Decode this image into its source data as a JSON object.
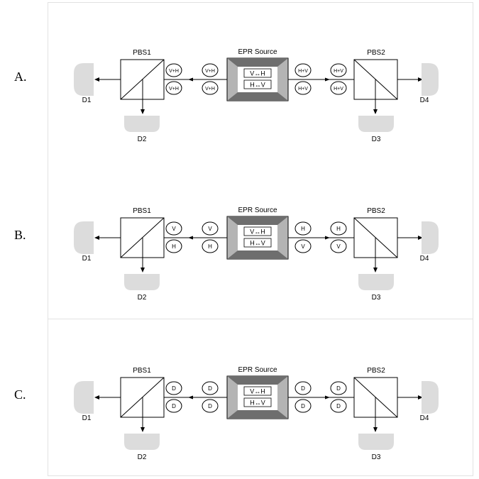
{
  "panels": [
    {
      "label": "A.",
      "source_label": "EPR Source",
      "pbs_left_label": "PBS1",
      "pbs_right_label": "PBS2",
      "source_lines": [
        "V↔H",
        "H↔V"
      ],
      "left_photons": [
        [
          "V+H",
          "V+H"
        ],
        [
          "V+H",
          "V+H"
        ]
      ],
      "right_photons": [
        [
          "H+V",
          "H+V"
        ],
        [
          "H+V",
          "H+V"
        ]
      ],
      "detectors": {
        "d1": "D1",
        "d2": "D2",
        "d3": "D3",
        "d4": "D4"
      }
    },
    {
      "label": "B.",
      "source_label": "EPR Source",
      "pbs_left_label": "PBS1",
      "pbs_right_label": "PBS2",
      "source_lines": [
        "V↔H",
        "H↔V"
      ],
      "left_photons": [
        [
          "V",
          "V"
        ],
        [
          "H",
          "H"
        ]
      ],
      "right_photons": [
        [
          "H",
          "H"
        ],
        [
          "V",
          "V"
        ]
      ],
      "detectors": {
        "d1": "D1",
        "d2": "D2",
        "d3": "D3",
        "d4": "D4"
      }
    },
    {
      "label": "C.",
      "source_label": "EPR Source",
      "pbs_left_label": "PBS1",
      "pbs_right_label": "PBS2",
      "source_lines": [
        "V↔H",
        "H↔V"
      ],
      "left_photons": [
        [
          "D",
          "D"
        ],
        [
          "D",
          "D"
        ]
      ],
      "right_photons": [
        [
          "D",
          "D"
        ],
        [
          "D",
          "D"
        ]
      ],
      "detectors": {
        "d1": "D1",
        "d2": "D2",
        "d3": "D3",
        "d4": "D4"
      }
    }
  ],
  "colors": {
    "detector_fill": "#dcdcdc",
    "source_dark": "#6e6e6e",
    "source_light": "#b4b4b4",
    "line": "#000000"
  }
}
